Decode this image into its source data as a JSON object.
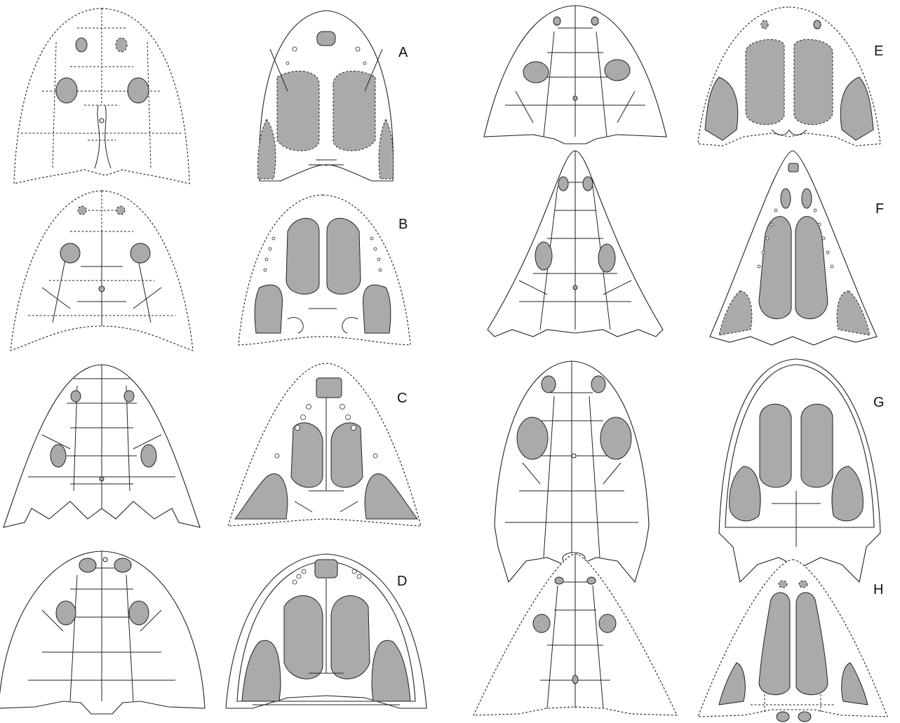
{
  "panels": [
    {
      "id": "A",
      "label": "A"
    },
    {
      "id": "B",
      "label": "B"
    },
    {
      "id": "C",
      "label": "C"
    },
    {
      "id": "D",
      "label": "D"
    },
    {
      "id": "E",
      "label": "E"
    },
    {
      "id": "F",
      "label": "F"
    },
    {
      "id": "G",
      "label": "G"
    },
    {
      "id": "H",
      "label": "H"
    }
  ],
  "colors": {
    "opening_fill": "#aaaaaa",
    "line": "#222222",
    "background": "#ffffff"
  }
}
